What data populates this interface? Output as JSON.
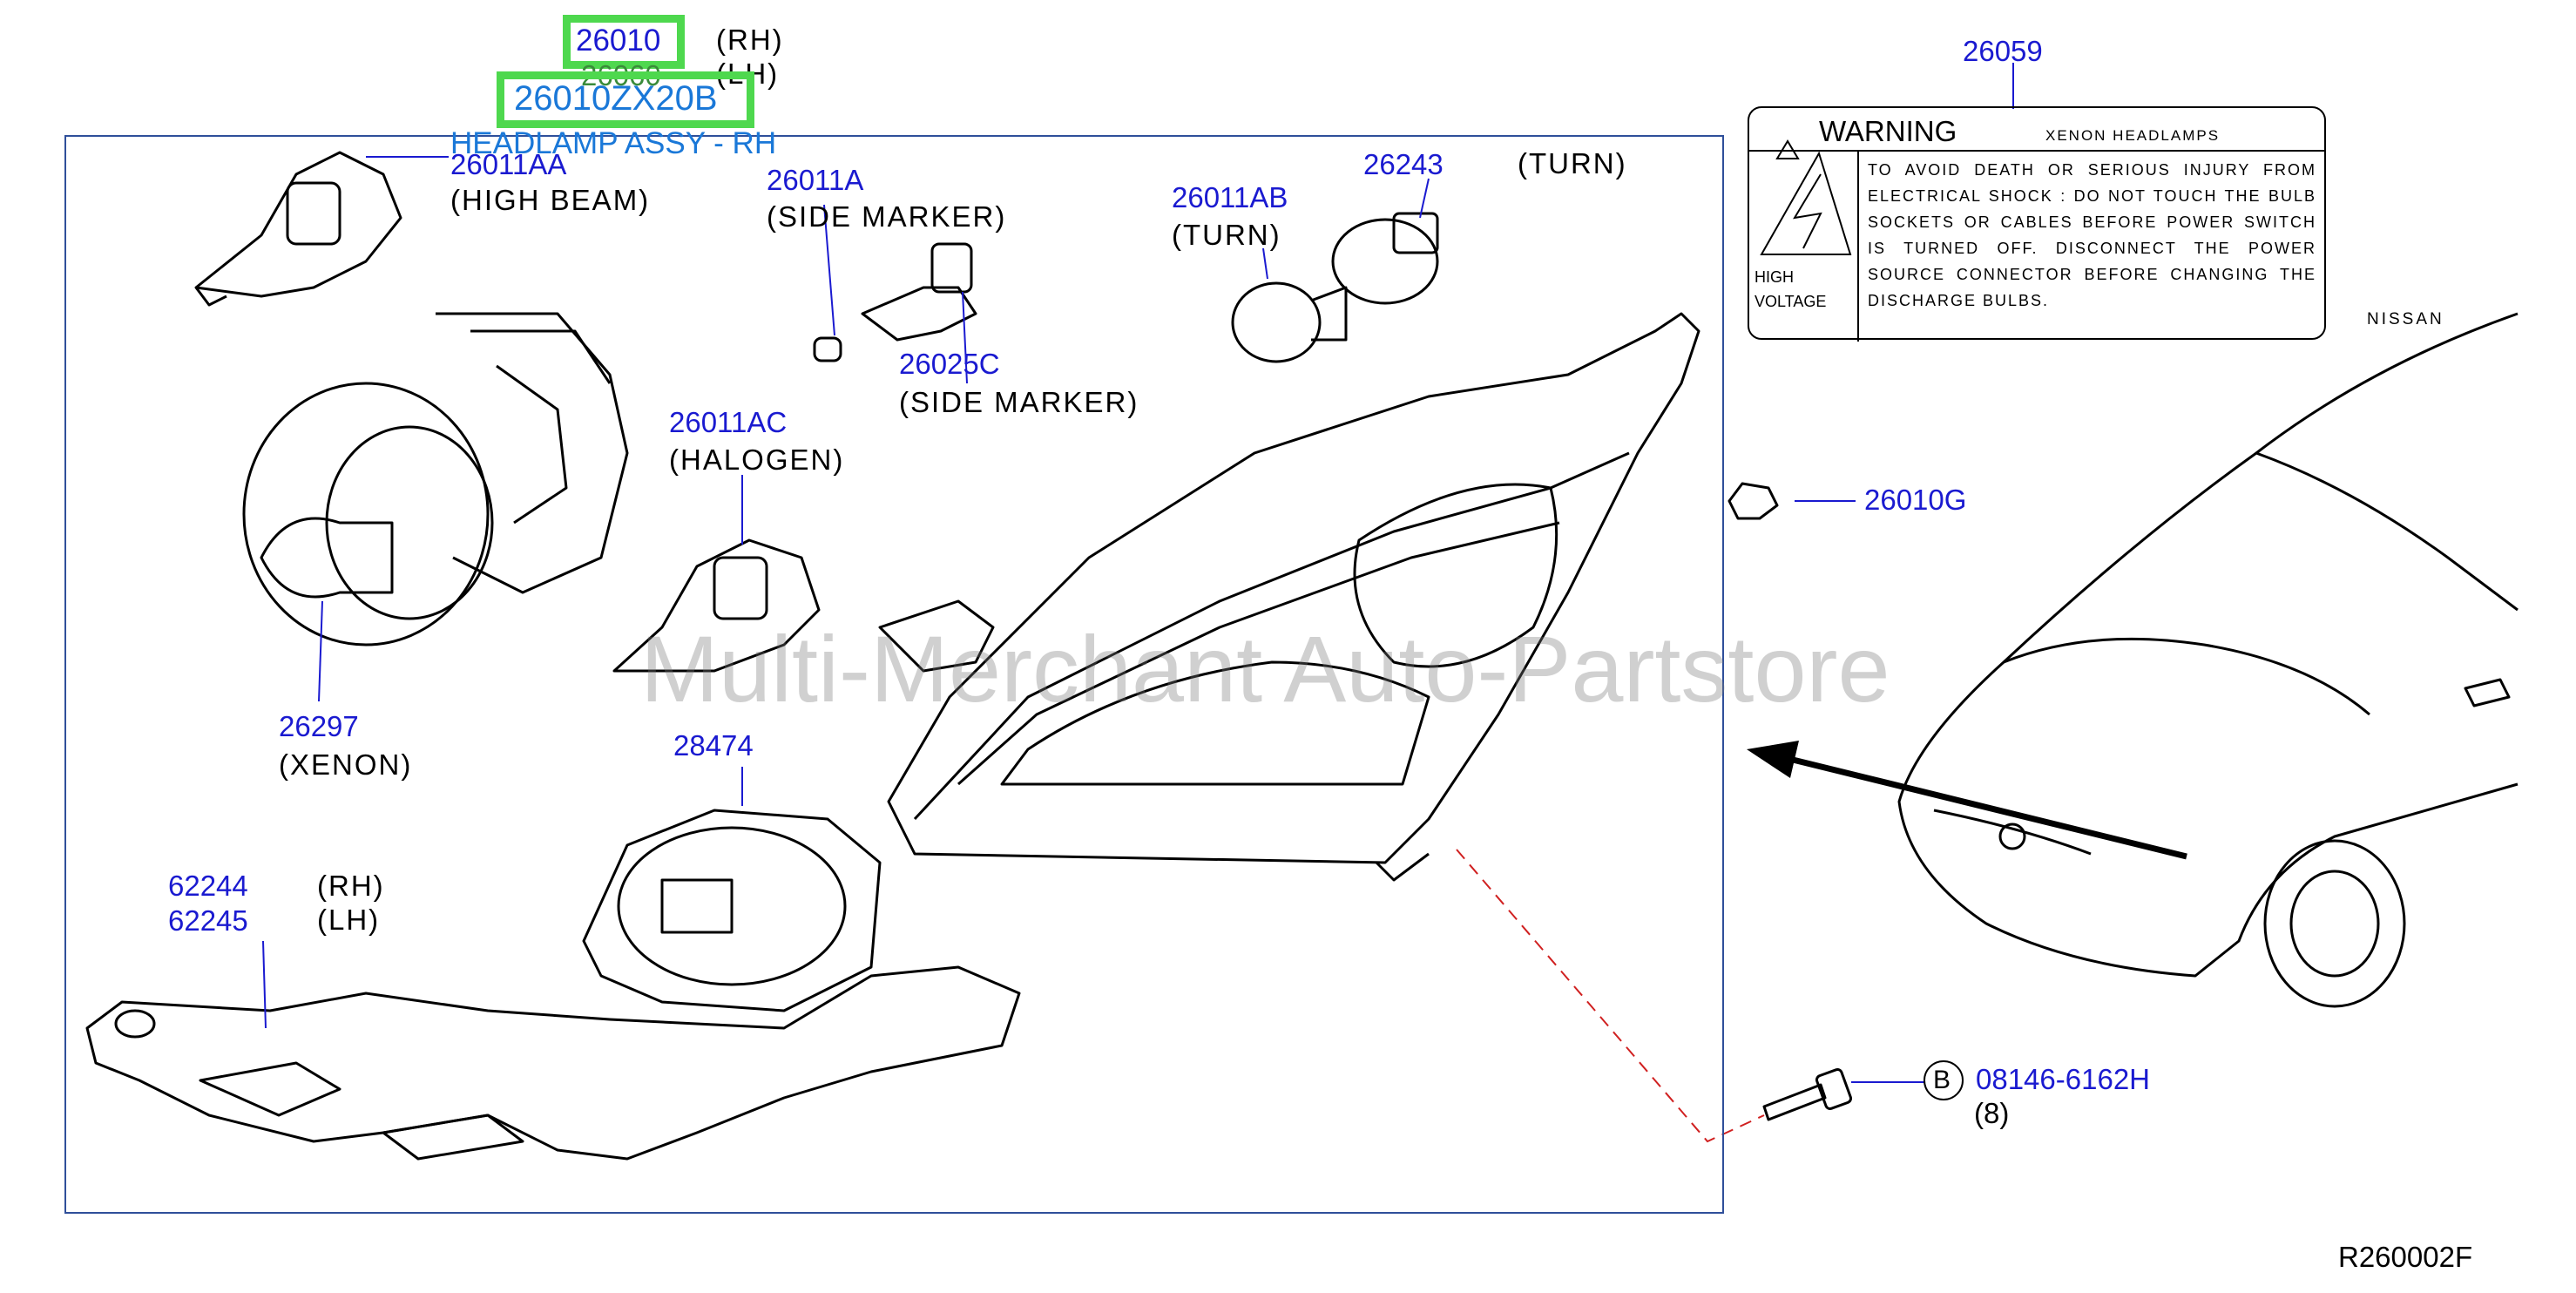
{
  "header": {
    "part_rh": "26010",
    "part_rh_side": "(RH)",
    "part_lh": "26060",
    "part_lh_side": "(LH)",
    "selected_part": "26010ZX20B",
    "selected_desc": "HEADLAMP ASSY - RH"
  },
  "labels": {
    "p26011AA": "26011AA",
    "p26011AA_desc": "(HIGH   BEAM)",
    "p26011A": "26011A",
    "p26011A_desc": "(SIDE   MARKER)",
    "p26011AB": "26011AB",
    "p26011AB_desc": "(TURN)",
    "p26243": "26243",
    "p26243_desc": "(TURN)",
    "p26025C": "26025C",
    "p26025C_desc": "(SIDE   MARKER)",
    "p26011AC": "26011AC",
    "p26011AC_desc": "(HALOGEN)",
    "p26297": "26297",
    "p26297_desc": "(XENON)",
    "p28474": "28474",
    "p62244": "62244",
    "p62244_side": "(RH)",
    "p62245": "62245",
    "p62245_side": "(LH)",
    "p26059": "26059",
    "p26010G": "26010G",
    "bolt_marker": "B",
    "p08146": "08146-6162H",
    "p08146_qty": "(8)",
    "diagram_code": "R260002F",
    "brand": "NISSAN"
  },
  "warning_label": {
    "title": "WARNING",
    "subtitle": "XENON   HEADLAMPS",
    "body": "TO AVOID DEATH OR SERIOUS INJURY FROM ELECTRICAL SHOCK : DO NOT TOUCH THE BULB SOCKETS OR CABLES BEFORE POWER SWITCH IS TURNED OFF. DISCONNECT THE POWER SOURCE CONNECTOR BEFORE CHANGING THE DISCHARGE BULBS.",
    "hv_line1": "HIGH",
    "hv_line2": "VOLTAGE"
  },
  "watermark": "Multi-Merchant Auto-Partstore",
  "colors": {
    "part_number": "#1a1ad0",
    "highlight": "#4ed84e",
    "selected_text": "#1a78d8",
    "frame": "#2f4f9a",
    "leader_dashed": "#d02020"
  }
}
